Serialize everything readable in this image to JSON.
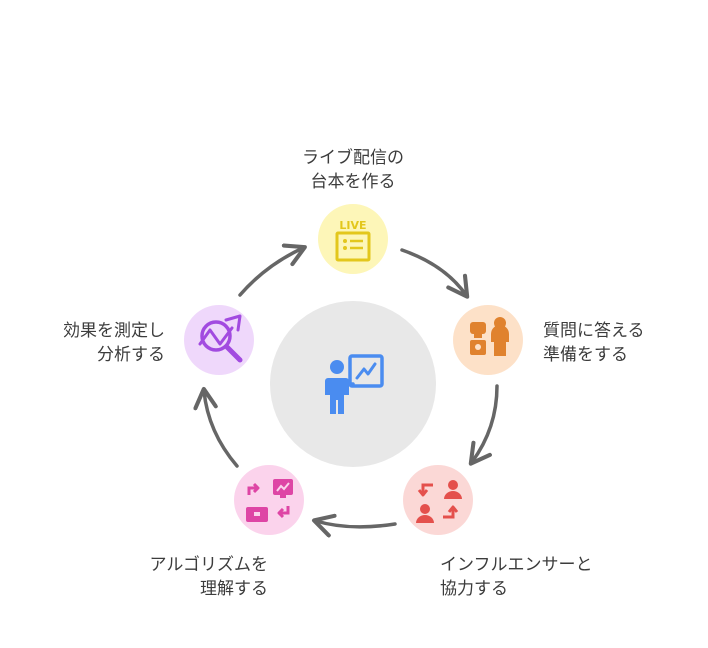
{
  "center": {
    "icon": "presenter-chart-icon",
    "circle_color": "#e8e8e8",
    "icon_color": "#4a8cf0"
  },
  "steps": [
    {
      "id": "script",
      "line1": "ライブ配信の",
      "line2": "台本を作る",
      "icon": "live-script-icon",
      "color": "#e3c71c",
      "bg": "#fdf6b8"
    },
    {
      "id": "qa",
      "line1": "質問に答える",
      "line2": "準備をする",
      "icon": "people-podium-icon",
      "color": "#e0822e",
      "bg": "#fde1c8"
    },
    {
      "id": "influencer",
      "line1": "インフルエンサーと",
      "line2": "協力する",
      "icon": "people-exchange-icon",
      "color": "#e4504c",
      "bg": "#fbd8d6"
    },
    {
      "id": "algorithm",
      "line1": "アルゴリズムを",
      "line2": "理解する",
      "icon": "screens-sync-icon",
      "color": "#de45a5",
      "bg": "#fbd3ec"
    },
    {
      "id": "measure",
      "line1": "効果を測定し",
      "line2": "分析する",
      "icon": "analysis-magnifier-icon",
      "color": "#a24be0",
      "bg": "#efd8fb"
    }
  ],
  "arrow_color": "#666666"
}
